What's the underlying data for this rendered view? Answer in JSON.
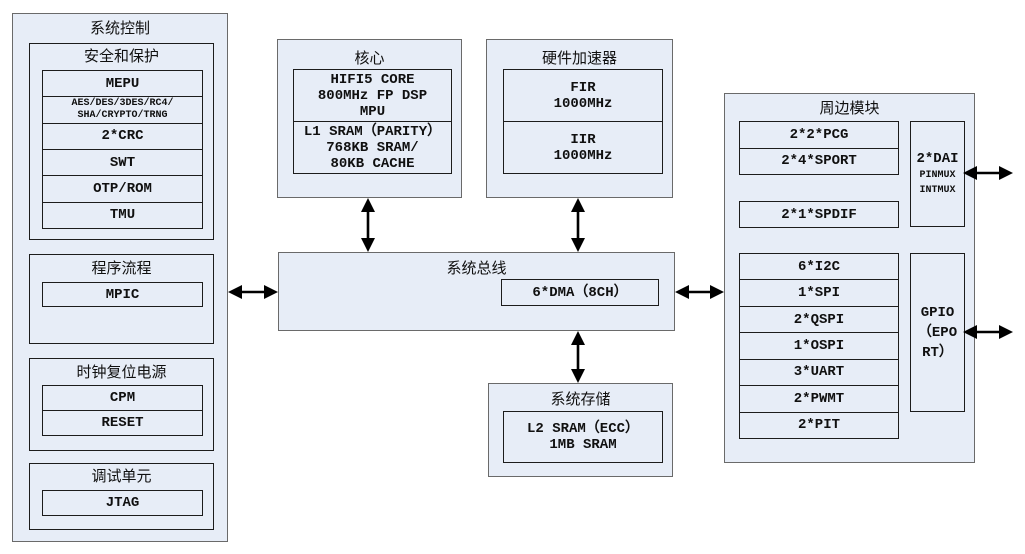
{
  "colors": {
    "box_fill": "#e7edf7",
    "outer_border": "#6a6a6a",
    "inner_border": "#1c1c1c",
    "text": "#101010",
    "arrow": "#000000",
    "background": "#ffffff"
  },
  "diagram": {
    "system_control": {
      "title": "系统控制",
      "security": {
        "title": "安全和保护",
        "rows": [
          [
            "MEPU"
          ],
          [
            "AES/DES/3DES/RC4/",
            "SHA/CRYPTO/TRNG"
          ],
          [
            "2*CRC"
          ],
          [
            "SWT"
          ],
          [
            "OTP/ROM"
          ],
          [
            "TMU"
          ]
        ]
      },
      "program": {
        "title": "程序流程",
        "rows": [
          [
            "MPIC"
          ]
        ]
      },
      "clock": {
        "title": "时钟复位电源",
        "rows": [
          [
            "CPM"
          ],
          [
            "RESET"
          ]
        ]
      },
      "debug": {
        "title": "调试单元",
        "rows": [
          [
            "JTAG"
          ]
        ]
      }
    },
    "core": {
      "title": "核心",
      "cells": [
        [
          "HIFI5 CORE",
          "800MHz FP DSP",
          "MPU"
        ],
        [
          "L1 SRAM（PARITY）",
          "768KB SRAM/",
          "80KB CACHE"
        ]
      ]
    },
    "accelerator": {
      "title": "硬件加速器",
      "cells": [
        [
          "FIR",
          "1000MHz"
        ],
        [
          "IIR",
          "1000MHz"
        ]
      ]
    },
    "bus": {
      "title": "系统总线",
      "dma": "6*DMA（8CH）"
    },
    "memory": {
      "title": "系统存储",
      "cells": [
        [
          "L2 SRAM（ECC）",
          "1MB SRAM"
        ]
      ]
    },
    "peripherals": {
      "title": "周边模块",
      "audio_rows": [
        [
          "2*2*PCG"
        ],
        [
          "2*4*SPORT"
        ]
      ],
      "spdif_rows": [
        [
          "2*1*SPDIF"
        ]
      ],
      "dai": {
        "lines": [
          "2*DAI",
          "PINMUX",
          "INTMUX"
        ]
      },
      "io_rows": [
        [
          "6*I2C"
        ],
        [
          "1*SPI"
        ],
        [
          "2*QSPI"
        ],
        [
          "1*OSPI"
        ],
        [
          "3*UART"
        ],
        [
          "2*PWMT"
        ],
        [
          "2*PIT"
        ]
      ],
      "gpio": {
        "lines": [
          "GPIO",
          "（EPO",
          "RT）"
        ]
      }
    }
  }
}
